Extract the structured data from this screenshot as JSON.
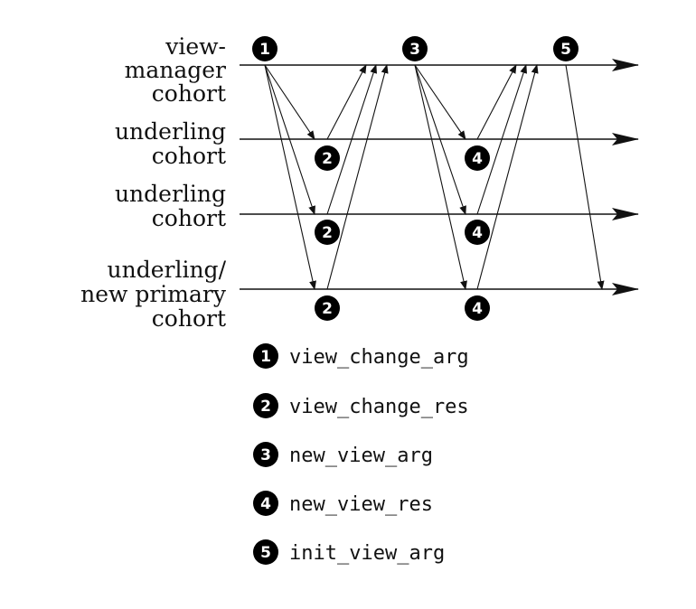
{
  "rows": [
    {
      "id": "view-manager",
      "label_lines": [
        "view-",
        "manager",
        "cohort"
      ]
    },
    {
      "id": "underling-1",
      "label_lines": [
        "underling",
        "cohort"
      ]
    },
    {
      "id": "underling-2",
      "label_lines": [
        "underling",
        "cohort"
      ]
    },
    {
      "id": "underling-new-primary",
      "label_lines": [
        "underling/",
        "new primary",
        "cohort"
      ]
    }
  ],
  "legend": [
    {
      "num": "1",
      "text": "view_change_arg"
    },
    {
      "num": "2",
      "text": "view_change_res"
    },
    {
      "num": "3",
      "text": "new_view_arg"
    },
    {
      "num": "4",
      "text": "new_view_res"
    },
    {
      "num": "5",
      "text": "init_view_arg"
    }
  ],
  "badges": [
    {
      "num": "1",
      "row": "view-manager"
    },
    {
      "num": "2",
      "row": "underling-1"
    },
    {
      "num": "2",
      "row": "underling-2"
    },
    {
      "num": "2",
      "row": "underling-new-primary"
    },
    {
      "num": "3",
      "row": "view-manager"
    },
    {
      "num": "4",
      "row": "underling-1"
    },
    {
      "num": "4",
      "row": "underling-2"
    },
    {
      "num": "4",
      "row": "underling-new-primary"
    },
    {
      "num": "5",
      "row": "view-manager"
    }
  ]
}
